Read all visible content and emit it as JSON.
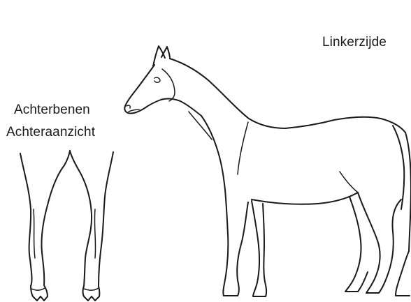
{
  "labels": {
    "side_view": "Linkerzijde",
    "rear_legs": "Achterbenen",
    "rear_view": "Achteraanzicht"
  },
  "colors": {
    "ink": "#1a1a1a",
    "background": "#ffffff"
  }
}
